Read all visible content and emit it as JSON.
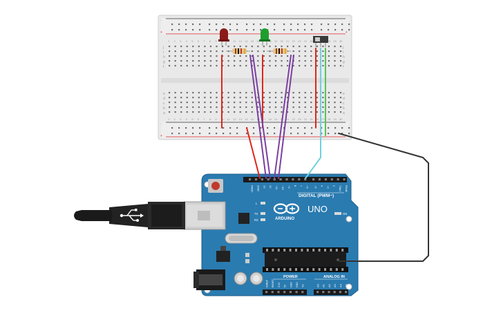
{
  "breadboard": {
    "rail_plus": "+",
    "rail_minus": "-",
    "row_letters_top": [
      "j",
      "i",
      "h",
      "g",
      "f"
    ],
    "row_letters_bottom": [
      "e",
      "d",
      "c",
      "b",
      "a"
    ],
    "column_numbers": [
      "1",
      "2",
      "3",
      "4",
      "5",
      "6",
      "7",
      "8",
      "9",
      "10",
      "11",
      "12",
      "13",
      "14",
      "15",
      "16",
      "17",
      "18",
      "19",
      "20",
      "21",
      "22",
      "23",
      "24",
      "25",
      "26",
      "27",
      "28",
      "29",
      "30"
    ]
  },
  "components": {
    "led_red": {
      "color": "#8b1a1a"
    },
    "led_green": {
      "color": "#1e9e2e"
    },
    "resistor_band_colors": [
      "#8b4513",
      "#111111",
      "#c0392b",
      "#d4af37"
    ]
  },
  "wires": {
    "red": "#e0261c",
    "purple": "#7b3fa0",
    "cyan": "#6fd1e0",
    "green": "#55c55a",
    "black": "#333333"
  },
  "arduino": {
    "board_color": "#2a7bb0",
    "logo_text": "ARDUINO",
    "model": "UNO",
    "digital_label": "DIGITAL (PWM~)",
    "analog_label": "ANALOG IN",
    "power_label": "POWER",
    "on_label": "ON",
    "led_l": "L",
    "led_tx": "TX",
    "led_rx": "RX",
    "top_header_pins": [
      "AREF",
      "GND",
      "13",
      "12",
      "~11",
      "~10",
      "~9",
      "8",
      "7",
      "~6",
      "~5",
      "4",
      "~3",
      "2",
      "TX▸1",
      "RX◂0"
    ],
    "power_pins": [
      "IOREF",
      "RESET",
      "3.3V",
      "5V",
      "GND",
      "GND",
      "Vin"
    ],
    "analog_pins": [
      "A0",
      "A1",
      "A2",
      "A3",
      "A4",
      "A5"
    ]
  }
}
